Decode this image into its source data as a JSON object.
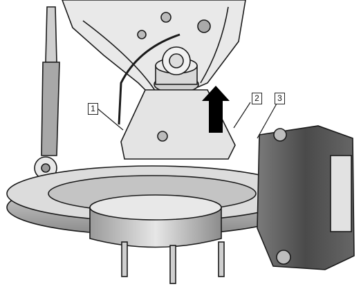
{
  "figure": {
    "callouts": [
      {
        "label": "1"
      },
      {
        "label": "2"
      },
      {
        "label": "3"
      }
    ],
    "arrow_direction": "up",
    "colors": {
      "line": "#1a1a1a",
      "fill_light": "#e8e8e8",
      "fill_mid": "#bdbdbd",
      "fill_dark": "#555555",
      "arrow": "#000000"
    }
  }
}
